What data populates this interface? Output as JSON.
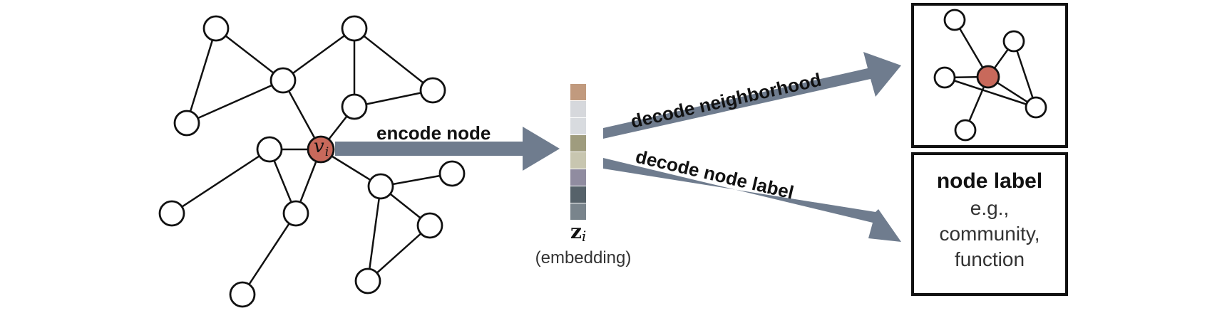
{
  "labels": {
    "center_node": "v",
    "center_subscript": "i",
    "encode": "encode node",
    "embedding_symbol": "z",
    "embedding_subscript": "i",
    "embedding_caption": "(embedding)",
    "decode_neighborhood": "decode neighborhood",
    "decode_label": "decode node label",
    "node_label_title": "node label",
    "node_label_lines": [
      "e.g.,",
      "community,",
      "function"
    ]
  },
  "colors": {
    "node_fill": "#ffffff",
    "node_stroke": "#111111",
    "center_fill": "#c8695b",
    "arrow": "#6f7c8e",
    "embedding_cells": [
      "#c19a7e",
      "#d6d8dc",
      "#d8dbdf",
      "#9f9c7e",
      "#c8c6b0",
      "#908ca0",
      "#56626a",
      "#79848c"
    ]
  },
  "graph": {
    "nodes": [
      {
        "id": "center",
        "center": true
      },
      {
        "id": "a"
      },
      {
        "id": "b"
      },
      {
        "id": "c"
      },
      {
        "id": "d"
      },
      {
        "id": "e"
      },
      {
        "id": "f"
      },
      {
        "id": "g"
      },
      {
        "id": "h"
      },
      {
        "id": "i"
      },
      {
        "id": "j"
      },
      {
        "id": "k"
      },
      {
        "id": "l"
      },
      {
        "id": "m"
      },
      {
        "id": "n"
      },
      {
        "id": "o"
      }
    ],
    "edges": [
      [
        "a",
        "b"
      ],
      [
        "a",
        "c"
      ],
      [
        "b",
        "c"
      ],
      [
        "b",
        "d"
      ],
      [
        "b",
        "center"
      ],
      [
        "d",
        "e"
      ],
      [
        "d",
        "f"
      ],
      [
        "e",
        "f"
      ],
      [
        "f",
        "center"
      ],
      [
        "g",
        "center"
      ],
      [
        "g",
        "h"
      ],
      [
        "g",
        "i"
      ],
      [
        "i",
        "center"
      ],
      [
        "i",
        "j"
      ],
      [
        "center",
        "k"
      ],
      [
        "k",
        "l"
      ],
      [
        "k",
        "m"
      ],
      [
        "m",
        "n"
      ],
      [
        "n",
        "o"
      ],
      [
        "o",
        "k"
      ]
    ]
  },
  "neighborhood": {
    "nodes": [
      {
        "id": "p"
      },
      {
        "id": "q"
      },
      {
        "id": "r"
      },
      {
        "id": "center",
        "center": true
      },
      {
        "id": "s"
      },
      {
        "id": "t"
      }
    ],
    "edges": [
      [
        "p",
        "center"
      ],
      [
        "q",
        "center"
      ],
      [
        "q",
        "s"
      ],
      [
        "center",
        "r"
      ],
      [
        "center",
        "s"
      ],
      [
        "center",
        "t"
      ],
      [
        "r",
        "s"
      ]
    ]
  }
}
